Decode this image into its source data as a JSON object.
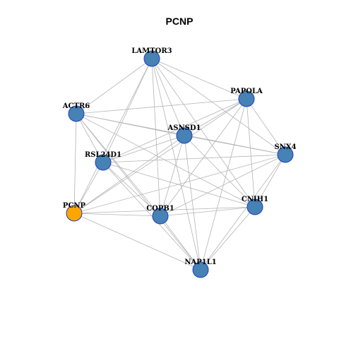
{
  "title": "PCNP",
  "colors": {
    "node_default": "#4682b4",
    "node_focus": "#ffa500",
    "node_border": "#1f3fbf",
    "edge": "#b4b4b4"
  },
  "nodes": [
    {
      "id": "LAMTOR3",
      "focus": false
    },
    {
      "id": "PAPOLA",
      "focus": false
    },
    {
      "id": "ACTR6",
      "focus": false
    },
    {
      "id": "ASNSD1",
      "focus": false
    },
    {
      "id": "SNX4",
      "focus": false
    },
    {
      "id": "RSL24D1",
      "focus": false
    },
    {
      "id": "PCNP",
      "focus": true
    },
    {
      "id": "COPB1",
      "focus": false
    },
    {
      "id": "CNIH1",
      "focus": false
    },
    {
      "id": "NAP1L1",
      "focus": false
    }
  ],
  "edges": [
    [
      "LAMTOR3",
      "ACTR6"
    ],
    [
      "LAMTOR3",
      "PAPOLA"
    ],
    [
      "LAMTOR3",
      "ASNSD1"
    ],
    [
      "LAMTOR3",
      "SNX4"
    ],
    [
      "LAMTOR3",
      "RSL24D1"
    ],
    [
      "LAMTOR3",
      "PCNP"
    ],
    [
      "LAMTOR3",
      "COPB1"
    ],
    [
      "LAMTOR3",
      "CNIH1"
    ],
    [
      "LAMTOR3",
      "NAP1L1"
    ],
    [
      "PAPOLA",
      "ACTR6"
    ],
    [
      "PAPOLA",
      "ASNSD1"
    ],
    [
      "PAPOLA",
      "SNX4"
    ],
    [
      "PAPOLA",
      "RSL24D1"
    ],
    [
      "PAPOLA",
      "PCNP"
    ],
    [
      "PAPOLA",
      "COPB1"
    ],
    [
      "PAPOLA",
      "CNIH1"
    ],
    [
      "PAPOLA",
      "NAP1L1"
    ],
    [
      "ACTR6",
      "ASNSD1"
    ],
    [
      "ACTR6",
      "SNX4"
    ],
    [
      "ACTR6",
      "RSL24D1"
    ],
    [
      "ACTR6",
      "PCNP"
    ],
    [
      "ACTR6",
      "COPB1"
    ],
    [
      "ACTR6",
      "CNIH1"
    ],
    [
      "ACTR6",
      "NAP1L1"
    ],
    [
      "ASNSD1",
      "SNX4"
    ],
    [
      "ASNSD1",
      "RSL24D1"
    ],
    [
      "ASNSD1",
      "PCNP"
    ],
    [
      "ASNSD1",
      "COPB1"
    ],
    [
      "ASNSD1",
      "CNIH1"
    ],
    [
      "ASNSD1",
      "NAP1L1"
    ],
    [
      "SNX4",
      "RSL24D1"
    ],
    [
      "SNX4",
      "PCNP"
    ],
    [
      "SNX4",
      "COPB1"
    ],
    [
      "SNX4",
      "CNIH1"
    ],
    [
      "SNX4",
      "NAP1L1"
    ],
    [
      "RSL24D1",
      "PCNP"
    ],
    [
      "RSL24D1",
      "COPB1"
    ],
    [
      "RSL24D1",
      "CNIH1"
    ],
    [
      "RSL24D1",
      "NAP1L1"
    ],
    [
      "PCNP",
      "COPB1"
    ],
    [
      "PCNP",
      "CNIH1"
    ],
    [
      "PCNP",
      "NAP1L1"
    ],
    [
      "COPB1",
      "CNIH1"
    ],
    [
      "COPB1",
      "NAP1L1"
    ],
    [
      "CNIH1",
      "NAP1L1"
    ]
  ]
}
